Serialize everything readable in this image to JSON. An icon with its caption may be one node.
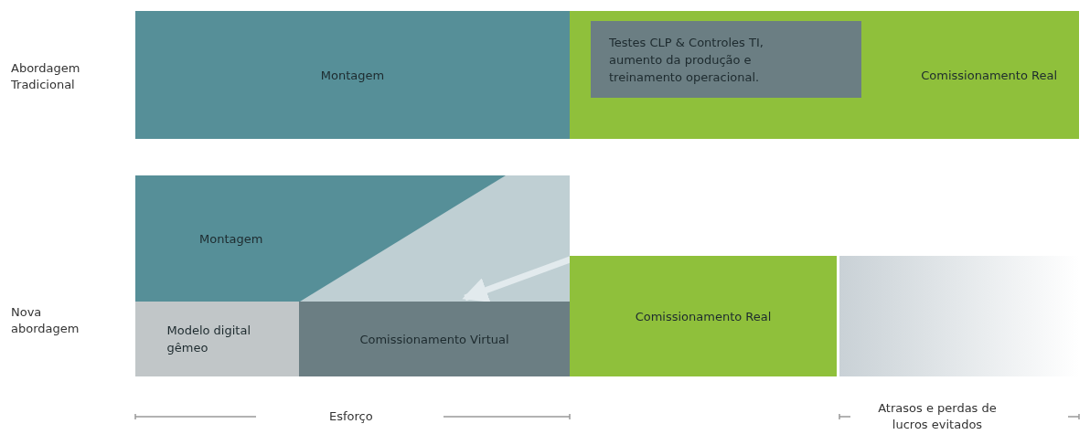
{
  "diagram": {
    "nodes": [
      {
        "text": [
          "Montagem"
        ]
      },
      {
        "text": [
          "Comissionamento Real"
        ]
      },
      {
        "text": [
          "Testes CLP & Controles TI, aumento da produção e treinamento operacional."
        ],
        "in": 1
      },
      {
        "text": [
          "Montagem"
        ]
      },
      {
        "text": [
          "Modelo digital gêmeo"
        ]
      },
      {
        "text": [
          "Comissionamento Virtual"
        ]
      },
      {
        "text": [
          "Comissionamento Real"
        ]
      },
      {
        "text": [],
        "shape": "bar"
      }
    ],
    "edges": [
      {
        "from": 6,
        "to": 5,
        "arrow": "to"
      }
    ],
    "labels": [
      "Abordagem Tradicional",
      "Nova abordagem",
      "Esforço",
      "Atrasos e perdas de lucros evitados"
    ]
  }
}
